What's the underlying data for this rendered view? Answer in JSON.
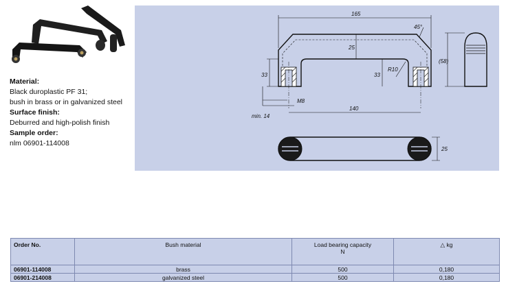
{
  "specs": {
    "material_heading": "Material:",
    "material_line1": "Black duroplastic PF 31;",
    "material_line2": "bush in brass or in galvanized steel",
    "finish_heading": "Surface finish:",
    "finish_text": "Deburred and high-polish finish",
    "sample_heading": "Sample order:",
    "sample_text": "nlm 06901-114008"
  },
  "dimensions": {
    "overall_length": "165",
    "chamfer_angle": "45°",
    "height_25": "25",
    "height_33_left": "33",
    "height_33_mid": "33",
    "radius": "R10",
    "total_height": "(58)",
    "thread": "M8",
    "min_depth": "min. 14",
    "hole_spacing": "140",
    "width_25": "25"
  },
  "table": {
    "headers": {
      "order_no": "Order No.",
      "bush_material": "Bush material",
      "load_capacity": "Load bearing capacity",
      "load_unit": "N",
      "weight": "kg"
    },
    "rows": [
      {
        "order_no": "06901-114008",
        "bush": "brass",
        "load": "500",
        "weight": "0,180"
      },
      {
        "order_no": "06901-214008",
        "bush": "galvanized steel",
        "load": "500",
        "weight": "0,180"
      }
    ]
  },
  "colors": {
    "panel_bg": "#c8d0e8",
    "line": "#111111"
  }
}
